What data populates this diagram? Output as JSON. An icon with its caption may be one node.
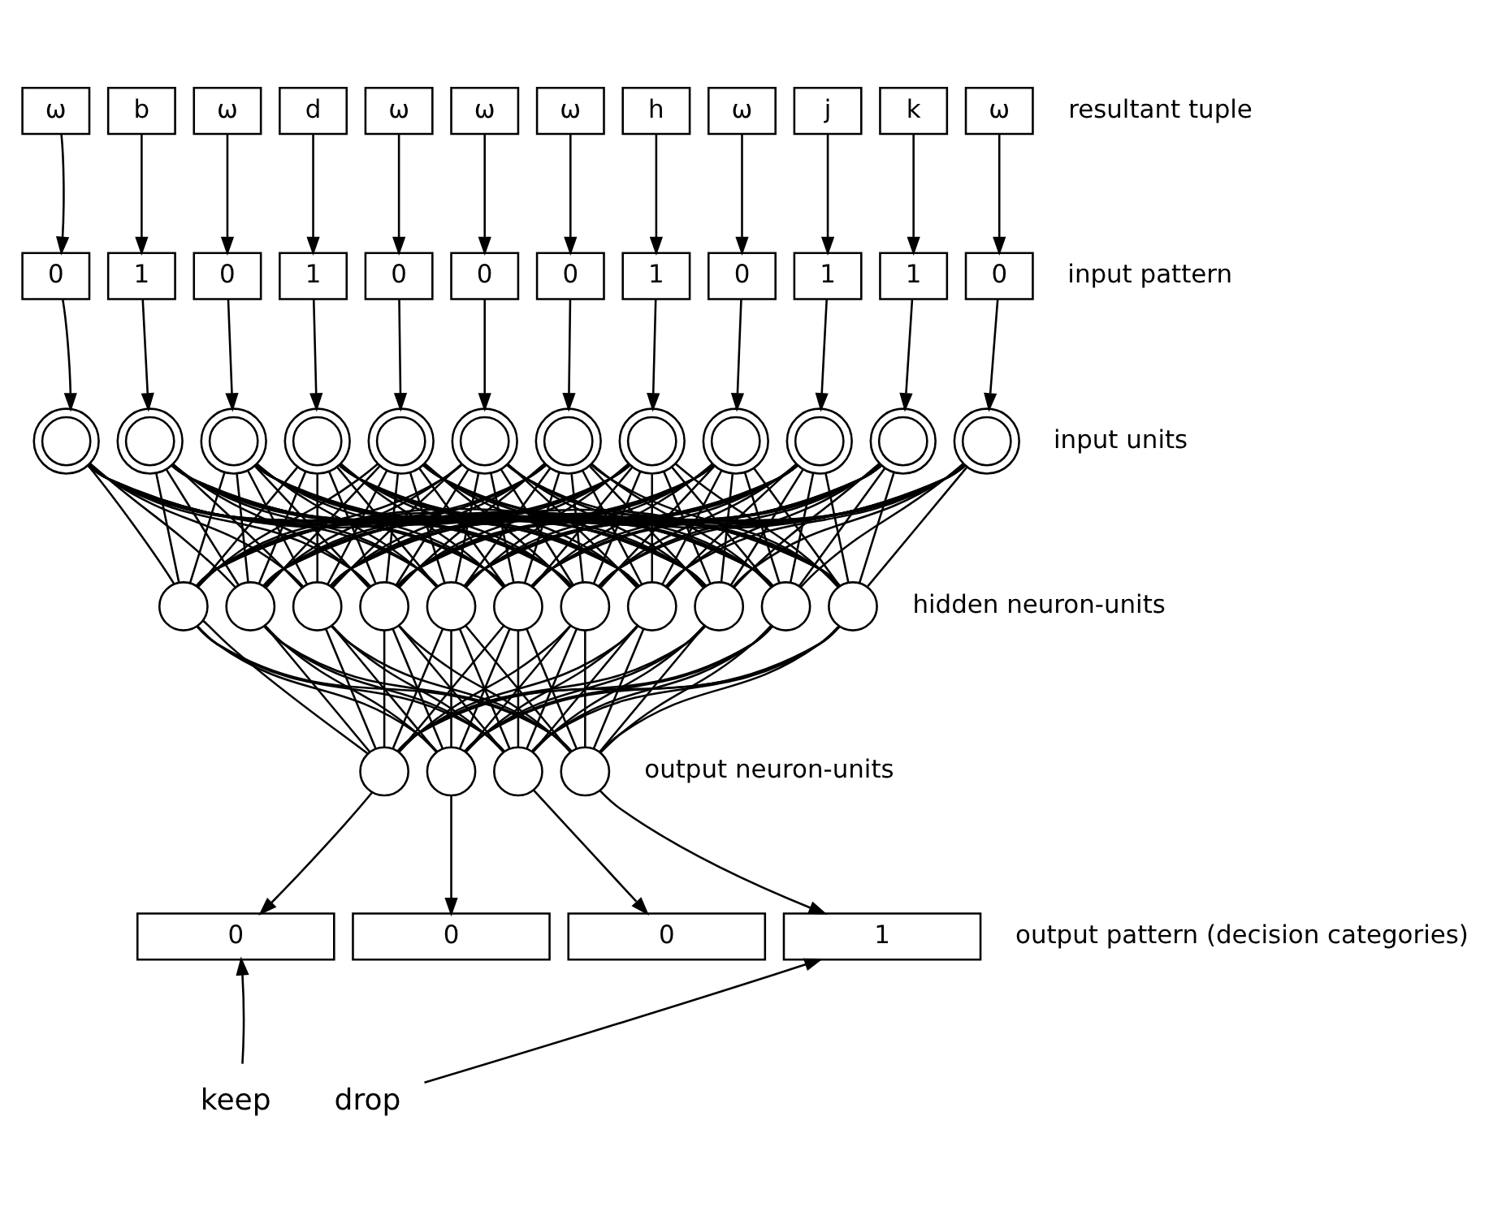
{
  "diagram": {
    "nodes": [
      {
        "text": [
          "ω"
        ]
      },
      {
        "text": [
          "b"
        ]
      },
      {
        "text": [
          "ω"
        ]
      },
      {
        "text": [
          "d"
        ]
      },
      {
        "text": [
          "ω"
        ]
      },
      {
        "text": [
          "ω"
        ]
      },
      {
        "text": [
          "ω"
        ]
      },
      {
        "text": [
          "h"
        ]
      },
      {
        "text": [
          "ω"
        ]
      },
      {
        "text": [
          "j"
        ]
      },
      {
        "text": [
          "k"
        ]
      },
      {
        "text": [
          "ω"
        ]
      },
      {
        "text": [
          "0"
        ]
      },
      {
        "text": [
          "1"
        ]
      },
      {
        "text": [
          "0"
        ]
      },
      {
        "text": [
          "1"
        ]
      },
      {
        "text": [
          "0"
        ]
      },
      {
        "text": [
          "0"
        ]
      },
      {
        "text": [
          "0"
        ]
      },
      {
        "text": [
          "1"
        ]
      },
      {
        "text": [
          "0"
        ]
      },
      {
        "text": [
          "1"
        ]
      },
      {
        "text": [
          "1"
        ]
      },
      {
        "text": [
          "0"
        ]
      },
      {
        "text": [],
        "shape": "circle"
      },
      {
        "text": [],
        "shape": "circle"
      },
      {
        "text": [],
        "shape": "circle"
      },
      {
        "text": [],
        "shape": "circle"
      },
      {
        "text": [],
        "shape": "circle"
      },
      {
        "text": [],
        "shape": "circle"
      },
      {
        "text": [],
        "shape": "circle"
      },
      {
        "text": [],
        "shape": "circle"
      },
      {
        "text": [],
        "shape": "circle"
      },
      {
        "text": [],
        "shape": "circle"
      },
      {
        "text": [],
        "shape": "circle"
      },
      {
        "text": [],
        "shape": "circle"
      },
      {
        "text": [],
        "shape": "circle"
      },
      {
        "text": [],
        "shape": "circle"
      },
      {
        "text": [],
        "shape": "circle"
      },
      {
        "text": [],
        "shape": "circle"
      },
      {
        "text": [],
        "shape": "circle"
      },
      {
        "text": [],
        "shape": "circle"
      },
      {
        "text": [],
        "shape": "circle"
      },
      {
        "text": [],
        "shape": "circle"
      },
      {
        "text": [],
        "shape": "circle"
      },
      {
        "text": [],
        "shape": "circle"
      },
      {
        "text": [],
        "shape": "circle"
      },
      {
        "text": [],
        "shape": "circle"
      },
      {
        "text": [],
        "shape": "circle"
      },
      {
        "text": [],
        "shape": "circle"
      },
      {
        "text": [],
        "shape": "circle"
      },
      {
        "text": [
          "0"
        ]
      },
      {
        "text": [
          "0"
        ]
      },
      {
        "text": [
          "0"
        ]
      },
      {
        "text": [
          "1"
        ]
      },
      {
        "text": [
          "keep"
        ]
      },
      {
        "text": [
          "drop"
        ]
      }
    ],
    "edges": [
      {
        "from": 0,
        "to": 12,
        "arrow": "to"
      },
      {
        "from": 1,
        "to": 13,
        "arrow": "to"
      },
      {
        "from": 2,
        "to": 14,
        "arrow": "to"
      },
      {
        "from": 3,
        "to": 15,
        "arrow": "to"
      },
      {
        "from": 4,
        "to": 16,
        "arrow": "to"
      },
      {
        "from": 5,
        "to": 17,
        "arrow": "to"
      },
      {
        "from": 6,
        "to": 18,
        "arrow": "to"
      },
      {
        "from": 7,
        "to": 19,
        "arrow": "to"
      },
      {
        "from": 8,
        "to": 20,
        "arrow": "to"
      },
      {
        "from": 9,
        "to": 21,
        "arrow": "to"
      },
      {
        "from": 10,
        "to": 22,
        "arrow": "to"
      },
      {
        "from": 11,
        "to": 23,
        "arrow": "to"
      },
      {
        "from": 12,
        "to": 24,
        "arrow": "to"
      },
      {
        "from": 13,
        "to": 25,
        "arrow": "to"
      },
      {
        "from": 14,
        "to": 26,
        "arrow": "to"
      },
      {
        "from": 15,
        "to": 27,
        "arrow": "to"
      },
      {
        "from": 16,
        "to": 28,
        "arrow": "to"
      },
      {
        "from": 17,
        "to": 29,
        "arrow": "to"
      },
      {
        "from": 18,
        "to": 30,
        "arrow": "to"
      },
      {
        "from": 19,
        "to": 31,
        "arrow": "to"
      },
      {
        "from": 20,
        "to": 32,
        "arrow": "to"
      },
      {
        "from": 21,
        "to": 33,
        "arrow": "to"
      },
      {
        "from": 22,
        "to": 34,
        "arrow": "to"
      },
      {
        "from": 23,
        "to": 35,
        "arrow": "to"
      },
      {
        "from": 24,
        "to": 36,
        "arrow": "none"
      },
      {
        "from": 24,
        "to": 37,
        "arrow": "none"
      },
      {
        "from": 24,
        "to": 38,
        "arrow": "none"
      },
      {
        "from": 24,
        "to": 39,
        "arrow": "none"
      },
      {
        "from": 24,
        "to": 40,
        "arrow": "none"
      },
      {
        "from": 24,
        "to": 41,
        "arrow": "none"
      },
      {
        "from": 24,
        "to": 42,
        "arrow": "none"
      },
      {
        "from": 24,
        "to": 43,
        "arrow": "none"
      },
      {
        "from": 24,
        "to": 44,
        "arrow": "none"
      },
      {
        "from": 24,
        "to": 45,
        "arrow": "none"
      },
      {
        "from": 24,
        "to": 46,
        "arrow": "none"
      },
      {
        "from": 25,
        "to": 36,
        "arrow": "none"
      },
      {
        "from": 25,
        "to": 37,
        "arrow": "none"
      },
      {
        "from": 25,
        "to": 38,
        "arrow": "none"
      },
      {
        "from": 25,
        "to": 39,
        "arrow": "none"
      },
      {
        "from": 25,
        "to": 40,
        "arrow": "none"
      },
      {
        "from": 25,
        "to": 41,
        "arrow": "none"
      },
      {
        "from": 25,
        "to": 42,
        "arrow": "none"
      },
      {
        "from": 25,
        "to": 43,
        "arrow": "none"
      },
      {
        "from": 25,
        "to": 44,
        "arrow": "none"
      },
      {
        "from": 25,
        "to": 45,
        "arrow": "none"
      },
      {
        "from": 25,
        "to": 46,
        "arrow": "none"
      },
      {
        "from": 26,
        "to": 36,
        "arrow": "none"
      },
      {
        "from": 26,
        "to": 37,
        "arrow": "none"
      },
      {
        "from": 26,
        "to": 38,
        "arrow": "none"
      },
      {
        "from": 26,
        "to": 39,
        "arrow": "none"
      },
      {
        "from": 26,
        "to": 40,
        "arrow": "none"
      },
      {
        "from": 26,
        "to": 41,
        "arrow": "none"
      },
      {
        "from": 26,
        "to": 42,
        "arrow": "none"
      },
      {
        "from": 26,
        "to": 43,
        "arrow": "none"
      },
      {
        "from": 26,
        "to": 44,
        "arrow": "none"
      },
      {
        "from": 26,
        "to": 45,
        "arrow": "none"
      },
      {
        "from": 26,
        "to": 46,
        "arrow": "none"
      },
      {
        "from": 27,
        "to": 36,
        "arrow": "none"
      },
      {
        "from": 27,
        "to": 37,
        "arrow": "none"
      },
      {
        "from": 27,
        "to": 38,
        "arrow": "none"
      },
      {
        "from": 27,
        "to": 39,
        "arrow": "none"
      },
      {
        "from": 27,
        "to": 40,
        "arrow": "none"
      },
      {
        "from": 27,
        "to": 41,
        "arrow": "none"
      },
      {
        "from": 27,
        "to": 42,
        "arrow": "none"
      },
      {
        "from": 27,
        "to": 43,
        "arrow": "none"
      },
      {
        "from": 27,
        "to": 44,
        "arrow": "none"
      },
      {
        "from": 27,
        "to": 45,
        "arrow": "none"
      },
      {
        "from": 27,
        "to": 46,
        "arrow": "none"
      },
      {
        "from": 28,
        "to": 36,
        "arrow": "none"
      },
      {
        "from": 28,
        "to": 37,
        "arrow": "none"
      },
      {
        "from": 28,
        "to": 38,
        "arrow": "none"
      },
      {
        "from": 28,
        "to": 39,
        "arrow": "none"
      },
      {
        "from": 28,
        "to": 40,
        "arrow": "none"
      },
      {
        "from": 28,
        "to": 41,
        "arrow": "none"
      },
      {
        "from": 28,
        "to": 42,
        "arrow": "none"
      },
      {
        "from": 28,
        "to": 43,
        "arrow": "none"
      },
      {
        "from": 28,
        "to": 44,
        "arrow": "none"
      },
      {
        "from": 28,
        "to": 45,
        "arrow": "none"
      },
      {
        "from": 28,
        "to": 46,
        "arrow": "none"
      },
      {
        "from": 29,
        "to": 36,
        "arrow": "none"
      },
      {
        "from": 29,
        "to": 37,
        "arrow": "none"
      },
      {
        "from": 29,
        "to": 38,
        "arrow": "none"
      },
      {
        "from": 29,
        "to": 39,
        "arrow": "none"
      },
      {
        "from": 29,
        "to": 40,
        "arrow": "none"
      },
      {
        "from": 29,
        "to": 41,
        "arrow": "none"
      },
      {
        "from": 29,
        "to": 42,
        "arrow": "none"
      },
      {
        "from": 29,
        "to": 43,
        "arrow": "none"
      },
      {
        "from": 29,
        "to": 44,
        "arrow": "none"
      },
      {
        "from": 29,
        "to": 45,
        "arrow": "none"
      },
      {
        "from": 29,
        "to": 46,
        "arrow": "none"
      },
      {
        "from": 30,
        "to": 36,
        "arrow": "none"
      },
      {
        "from": 30,
        "to": 37,
        "arrow": "none"
      },
      {
        "from": 30,
        "to": 38,
        "arrow": "none"
      },
      {
        "from": 30,
        "to": 39,
        "arrow": "none"
      },
      {
        "from": 30,
        "to": 40,
        "arrow": "none"
      },
      {
        "from": 30,
        "to": 41,
        "arrow": "none"
      },
      {
        "from": 30,
        "to": 42,
        "arrow": "none"
      },
      {
        "from": 30,
        "to": 43,
        "arrow": "none"
      },
      {
        "from": 30,
        "to": 44,
        "arrow": "none"
      },
      {
        "from": 30,
        "to": 45,
        "arrow": "none"
      },
      {
        "from": 30,
        "to": 46,
        "arrow": "none"
      },
      {
        "from": 31,
        "to": 36,
        "arrow": "none"
      },
      {
        "from": 31,
        "to": 37,
        "arrow": "none"
      },
      {
        "from": 31,
        "to": 38,
        "arrow": "none"
      },
      {
        "from": 31,
        "to": 39,
        "arrow": "none"
      },
      {
        "from": 31,
        "to": 40,
        "arrow": "none"
      },
      {
        "from": 31,
        "to": 41,
        "arrow": "none"
      },
      {
        "from": 31,
        "to": 42,
        "arrow": "none"
      },
      {
        "from": 31,
        "to": 43,
        "arrow": "none"
      },
      {
        "from": 31,
        "to": 44,
        "arrow": "none"
      },
      {
        "from": 31,
        "to": 45,
        "arrow": "none"
      },
      {
        "from": 31,
        "to": 46,
        "arrow": "none"
      },
      {
        "from": 32,
        "to": 36,
        "arrow": "none"
      },
      {
        "from": 32,
        "to": 37,
        "arrow": "none"
      },
      {
        "from": 32,
        "to": 38,
        "arrow": "none"
      },
      {
        "from": 32,
        "to": 39,
        "arrow": "none"
      },
      {
        "from": 32,
        "to": 40,
        "arrow": "none"
      },
      {
        "from": 32,
        "to": 41,
        "arrow": "none"
      },
      {
        "from": 32,
        "to": 42,
        "arrow": "none"
      },
      {
        "from": 32,
        "to": 43,
        "arrow": "none"
      },
      {
        "from": 32,
        "to": 44,
        "arrow": "none"
      },
      {
        "from": 32,
        "to": 45,
        "arrow": "none"
      },
      {
        "from": 32,
        "to": 46,
        "arrow": "none"
      },
      {
        "from": 33,
        "to": 36,
        "arrow": "none"
      },
      {
        "from": 33,
        "to": 37,
        "arrow": "none"
      },
      {
        "from": 33,
        "to": 38,
        "arrow": "none"
      },
      {
        "from": 33,
        "to": 39,
        "arrow": "none"
      },
      {
        "from": 33,
        "to": 40,
        "arrow": "none"
      },
      {
        "from": 33,
        "to": 41,
        "arrow": "none"
      },
      {
        "from": 33,
        "to": 42,
        "arrow": "none"
      },
      {
        "from": 33,
        "to": 43,
        "arrow": "none"
      },
      {
        "from": 33,
        "to": 44,
        "arrow": "none"
      },
      {
        "from": 33,
        "to": 45,
        "arrow": "none"
      },
      {
        "from": 33,
        "to": 46,
        "arrow": "none"
      },
      {
        "from": 34,
        "to": 36,
        "arrow": "none"
      },
      {
        "from": 34,
        "to": 37,
        "arrow": "none"
      },
      {
        "from": 34,
        "to": 38,
        "arrow": "none"
      },
      {
        "from": 34,
        "to": 39,
        "arrow": "none"
      },
      {
        "from": 34,
        "to": 40,
        "arrow": "none"
      },
      {
        "from": 34,
        "to": 41,
        "arrow": "none"
      },
      {
        "from": 34,
        "to": 42,
        "arrow": "none"
      },
      {
        "from": 34,
        "to": 43,
        "arrow": "none"
      },
      {
        "from": 34,
        "to": 44,
        "arrow": "none"
      },
      {
        "from": 34,
        "to": 45,
        "arrow": "none"
      },
      {
        "from": 34,
        "to": 46,
        "arrow": "none"
      },
      {
        "from": 35,
        "to": 36,
        "arrow": "none"
      },
      {
        "from": 35,
        "to": 37,
        "arrow": "none"
      },
      {
        "from": 35,
        "to": 38,
        "arrow": "none"
      },
      {
        "from": 35,
        "to": 39,
        "arrow": "none"
      },
      {
        "from": 35,
        "to": 40,
        "arrow": "none"
      },
      {
        "from": 35,
        "to": 41,
        "arrow": "none"
      },
      {
        "from": 35,
        "to": 42,
        "arrow": "none"
      },
      {
        "from": 35,
        "to": 43,
        "arrow": "none"
      },
      {
        "from": 35,
        "to": 44,
        "arrow": "none"
      },
      {
        "from": 35,
        "to": 45,
        "arrow": "none"
      },
      {
        "from": 35,
        "to": 46,
        "arrow": "none"
      },
      {
        "from": 36,
        "to": 47,
        "arrow": "none"
      },
      {
        "from": 36,
        "to": 48,
        "arrow": "none"
      },
      {
        "from": 36,
        "to": 49,
        "arrow": "none"
      },
      {
        "from": 36,
        "to": 50,
        "arrow": "none"
      },
      {
        "from": 37,
        "to": 47,
        "arrow": "none"
      },
      {
        "from": 37,
        "to": 48,
        "arrow": "none"
      },
      {
        "from": 37,
        "to": 49,
        "arrow": "none"
      },
      {
        "from": 37,
        "to": 50,
        "arrow": "none"
      },
      {
        "from": 38,
        "to": 47,
        "arrow": "none"
      },
      {
        "from": 38,
        "to": 48,
        "arrow": "none"
      },
      {
        "from": 38,
        "to": 49,
        "arrow": "none"
      },
      {
        "from": 38,
        "to": 50,
        "arrow": "none"
      },
      {
        "from": 39,
        "to": 47,
        "arrow": "none"
      },
      {
        "from": 39,
        "to": 48,
        "arrow": "none"
      },
      {
        "from": 39,
        "to": 49,
        "arrow": "none"
      },
      {
        "from": 39,
        "to": 50,
        "arrow": "none"
      },
      {
        "from": 40,
        "to": 47,
        "arrow": "none"
      },
      {
        "from": 40,
        "to": 48,
        "arrow": "none"
      },
      {
        "from": 40,
        "to": 49,
        "arrow": "none"
      },
      {
        "from": 40,
        "to": 50,
        "arrow": "none"
      },
      {
        "from": 41,
        "to": 47,
        "arrow": "none"
      },
      {
        "from": 41,
        "to": 48,
        "arrow": "none"
      },
      {
        "from": 41,
        "to": 49,
        "arrow": "none"
      },
      {
        "from": 41,
        "to": 50,
        "arrow": "none"
      },
      {
        "from": 42,
        "to": 47,
        "arrow": "none"
      },
      {
        "from": 42,
        "to": 48,
        "arrow": "none"
      },
      {
        "from": 42,
        "to": 49,
        "arrow": "none"
      },
      {
        "from": 42,
        "to": 50,
        "arrow": "none"
      },
      {
        "from": 43,
        "to": 47,
        "arrow": "none"
      },
      {
        "from": 43,
        "to": 48,
        "arrow": "none"
      },
      {
        "from": 43,
        "to": 49,
        "arrow": "none"
      },
      {
        "from": 43,
        "to": 50,
        "arrow": "none"
      },
      {
        "from": 44,
        "to": 47,
        "arrow": "none"
      },
      {
        "from": 44,
        "to": 48,
        "arrow": "none"
      },
      {
        "from": 44,
        "to": 49,
        "arrow": "none"
      },
      {
        "from": 44,
        "to": 50,
        "arrow": "none"
      },
      {
        "from": 45,
        "to": 47,
        "arrow": "none"
      },
      {
        "from": 45,
        "to": 48,
        "arrow": "none"
      },
      {
        "from": 45,
        "to": 49,
        "arrow": "none"
      },
      {
        "from": 45,
        "to": 50,
        "arrow": "none"
      },
      {
        "from": 46,
        "to": 47,
        "arrow": "none"
      },
      {
        "from": 46,
        "to": 48,
        "arrow": "none"
      },
      {
        "from": 46,
        "to": 49,
        "arrow": "none"
      },
      {
        "from": 46,
        "to": 50,
        "arrow": "none"
      },
      {
        "from": 47,
        "to": 51,
        "arrow": "to"
      },
      {
        "from": 48,
        "to": 52,
        "arrow": "to"
      },
      {
        "from": 49,
        "to": 53,
        "arrow": "to"
      },
      {
        "from": 50,
        "to": 54,
        "arrow": "to"
      },
      {
        "from": 55,
        "to": 51,
        "arrow": "to"
      },
      {
        "from": 56,
        "to": 54,
        "arrow": "to"
      }
    ],
    "labels": [
      "resultant tuple",
      "input pattern",
      "input units",
      "hidden neuron-units",
      "output neuron-units",
      "output pattern (decision categories)"
    ]
  }
}
